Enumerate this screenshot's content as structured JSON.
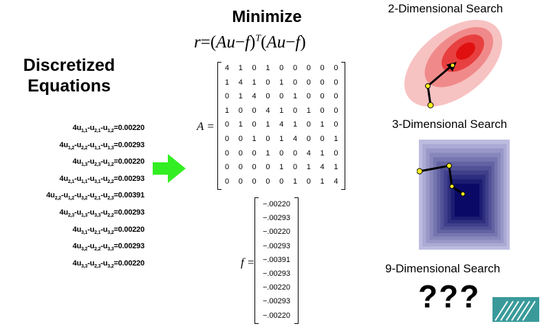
{
  "left": {
    "title_line1": "Discretized",
    "title_line2": "Equations",
    "equations": [
      [
        {
          "t": "4"
        },
        {
          "t": "u",
          "s": "1,1"
        },
        {
          "t": "-"
        },
        {
          "t": "u",
          "s": "2,1"
        },
        {
          "t": "-"
        },
        {
          "t": "u",
          "s": "1,2"
        },
        {
          "t": "=0.00220"
        }
      ],
      [
        {
          "t": "4"
        },
        {
          "t": "u",
          "s": "1,2"
        },
        {
          "t": "-"
        },
        {
          "t": "u",
          "s": "2,2"
        },
        {
          "t": "-"
        },
        {
          "t": "u",
          "s": "1,1"
        },
        {
          "t": "-"
        },
        {
          "t": "u",
          "s": "1,3"
        },
        {
          "t": "=0.00293"
        }
      ],
      [
        {
          "t": "4"
        },
        {
          "t": "u",
          "s": "1,3"
        },
        {
          "t": "-"
        },
        {
          "t": "u",
          "s": "2,3"
        },
        {
          "t": "-"
        },
        {
          "t": "u",
          "s": "1,2"
        },
        {
          "t": "=0.00220"
        }
      ],
      [
        {
          "t": "4"
        },
        {
          "t": "u",
          "s": "2,1"
        },
        {
          "t": "-"
        },
        {
          "t": "u",
          "s": "1,1"
        },
        {
          "t": "-"
        },
        {
          "t": "u",
          "s": "3,1"
        },
        {
          "t": "-"
        },
        {
          "t": "u",
          "s": "2,2"
        },
        {
          "t": "=0.00293"
        }
      ],
      [
        {
          "t": "4"
        },
        {
          "t": "u",
          "s": "2,2"
        },
        {
          "t": "-"
        },
        {
          "t": "u",
          "s": "1,2"
        },
        {
          "t": "-"
        },
        {
          "t": "u",
          "s": "3,2"
        },
        {
          "t": "-"
        },
        {
          "t": "u",
          "s": "2,1"
        },
        {
          "t": "-"
        },
        {
          "t": "u",
          "s": "2,3"
        },
        {
          "t": "=0.00391"
        }
      ],
      [
        {
          "t": "4"
        },
        {
          "t": "u",
          "s": "2,3"
        },
        {
          "t": "-"
        },
        {
          "t": "u",
          "s": "1,3"
        },
        {
          "t": "-"
        },
        {
          "t": "u",
          "s": "3,3"
        },
        {
          "t": "-"
        },
        {
          "t": "u",
          "s": "2,2"
        },
        {
          "t": "=0.00293"
        }
      ],
      [
        {
          "t": "4"
        },
        {
          "t": "u",
          "s": "3,1"
        },
        {
          "t": "-"
        },
        {
          "t": "u",
          "s": "2,1"
        },
        {
          "t": "-"
        },
        {
          "t": "u",
          "s": "3,2"
        },
        {
          "t": "=0.00220"
        }
      ],
      [
        {
          "t": "4"
        },
        {
          "t": "u",
          "s": "3,2"
        },
        {
          "t": "-"
        },
        {
          "t": "u",
          "s": "2,2"
        },
        {
          "t": "-"
        },
        {
          "t": "u",
          "s": "3,3"
        },
        {
          "t": "=0.00293"
        }
      ],
      [
        {
          "t": "4"
        },
        {
          "t": "u",
          "s": "3,3"
        },
        {
          "t": "-"
        },
        {
          "t": "u",
          "s": "2,3"
        },
        {
          "t": "-"
        },
        {
          "t": "u",
          "s": "3,2"
        },
        {
          "t": "=0.00220"
        }
      ]
    ]
  },
  "middle": {
    "title": "Minimize",
    "objective": {
      "r": "r",
      "eq": "=",
      "open": "(",
      "Au": "Au",
      "minus": "−",
      "f": "f",
      "close": ")",
      "T": "T"
    },
    "A_label": "A =",
    "A_rows": [
      [
        "4",
        "1",
        "0",
        "1",
        "0",
        "0",
        "0",
        "0",
        "0"
      ],
      [
        "1",
        "4",
        "1",
        "0",
        "1",
        "0",
        "0",
        "0",
        "0"
      ],
      [
        "0",
        "1",
        "4",
        "0",
        "0",
        "1",
        "0",
        "0",
        "0"
      ],
      [
        "1",
        "0",
        "0",
        "4",
        "1",
        "0",
        "1",
        "0",
        "0"
      ],
      [
        "0",
        "1",
        "0",
        "1",
        "4",
        "1",
        "0",
        "1",
        "0"
      ],
      [
        "0",
        "0",
        "1",
        "0",
        "1",
        "4",
        "0",
        "0",
        "1"
      ],
      [
        "0",
        "0",
        "0",
        "1",
        "0",
        "0",
        "4",
        "1",
        "0"
      ],
      [
        "0",
        "0",
        "0",
        "0",
        "1",
        "0",
        "1",
        "4",
        "1"
      ],
      [
        "0",
        "0",
        "0",
        "0",
        "0",
        "1",
        "0",
        "1",
        "4"
      ]
    ],
    "f_label": "f =",
    "f_values": [
      "−.00220",
      "−.00293",
      "−.00220",
      "−.00293",
      "−.00391",
      "−.00293",
      "−.00220",
      "−.00293",
      "−.00220"
    ]
  },
  "right": {
    "search2d_title": "2-Dimensional Search",
    "search3d_title": "3-Dimensional Search",
    "search9d_title": "9-Dimensional Search",
    "question_marks": "???"
  },
  "colors": {
    "arrow_green": "#33ee22",
    "ellipse_outer": "#f7c2c2",
    "ellipse_mid": "#f08a8a",
    "ellipse_inner": "#e84040",
    "ellipse_core": "#e01010",
    "square_outer": "#bcbce0",
    "square_inner": "#0a0a66",
    "marker_yellow": "#ffee22",
    "logo_teal": "#3a9a9a"
  }
}
